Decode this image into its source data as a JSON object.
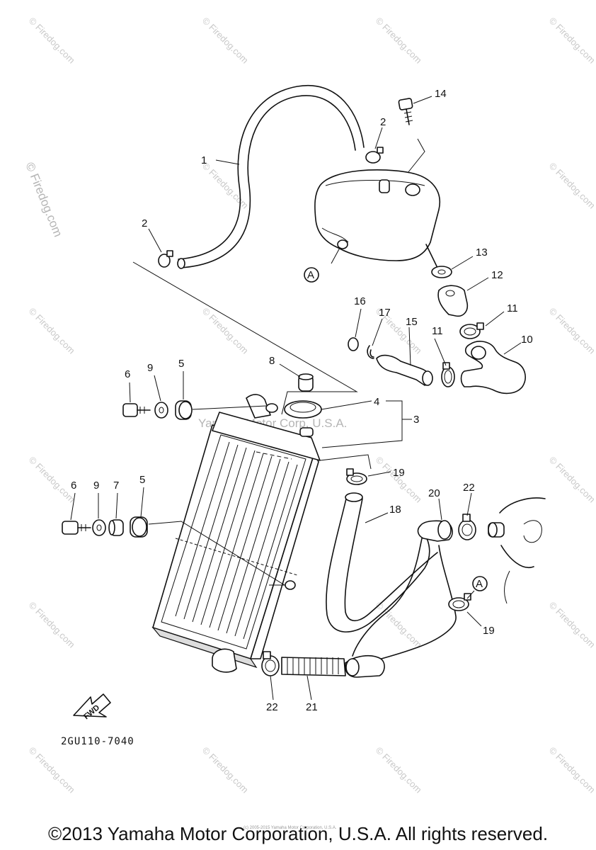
{
  "watermark": {
    "side": "© Firedog.com",
    "tile": "© Firedog.com",
    "center": "Yamaha Motor Corp, U.S.A."
  },
  "labels": {
    "p1": "1",
    "p2a": "2",
    "p2b": "2",
    "p3": "3",
    "p4": "4",
    "p5a": "5",
    "p5b": "5",
    "p6a": "6",
    "p6b": "6",
    "p7": "7",
    "p8": "8",
    "p9a": "9",
    "p9b": "9",
    "p10": "10",
    "p11a": "11",
    "p11b": "11",
    "p12": "12",
    "p13": "13",
    "p14": "14",
    "p15": "15",
    "p16": "16",
    "p17": "17",
    "p18": "18",
    "p19a": "19",
    "p19b": "19",
    "p20": "20",
    "p21": "21",
    "p22a": "22",
    "p22b": "22",
    "refA1": "A",
    "refA2": "A"
  },
  "fwd_label": "FWD",
  "diagram_code": "2GU110-7040",
  "small_print": "(c) 2005-2015 Yamaha Motor Corporation, U.S.A.",
  "copyright": "©2013 Yamaha Motor Corporation, U.S.A. All rights reserved."
}
